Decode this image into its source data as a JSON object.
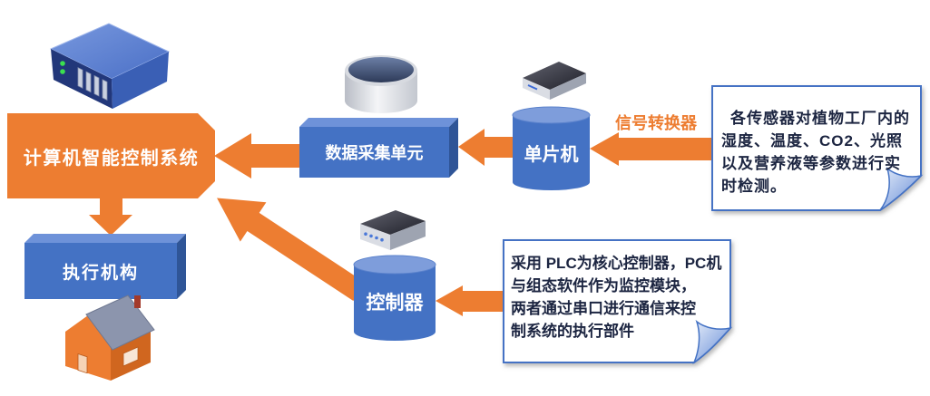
{
  "diagram": {
    "nodes": {
      "control_system": "计算机智能控制系统",
      "data_acquisition_unit": "数据采集单元",
      "actuator": "执行机构",
      "mcu": "单片机",
      "controller": "控制器"
    },
    "edge_labels": {
      "signal_converter": "信号转换器"
    },
    "callouts": {
      "sensors": [
        "各传感器对植物工厂内的",
        "湿度、温度、CO2、光照",
        "以及营养液等参数进行实",
        "时检测。"
      ],
      "plc": [
        "采用 PLC为核心控制器，PC机",
        "与组态软件作为监控模块，",
        "两者通过串口进行通信来控",
        "制系统的执行部件"
      ]
    },
    "icons": {
      "control_system": "server-icon",
      "data_acquisition_unit": "database-icon",
      "mcu": "device-icon",
      "controller": "device-icon",
      "actuator": "house-icon"
    },
    "colors": {
      "arrow_orange": "#ED7D31",
      "node_orange": "#ED7D31",
      "node_blue": "#4472C4",
      "label_orange": "#ED7D31",
      "callout_border": "#4472C4",
      "callout_text": "#1C2541"
    }
  }
}
